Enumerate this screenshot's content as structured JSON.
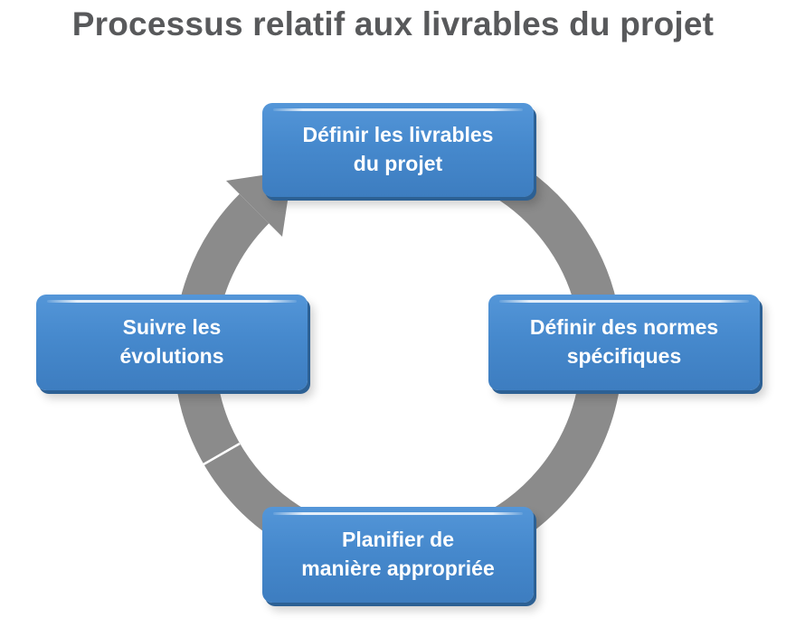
{
  "title": "Processus relatif aux livrables du projet",
  "diagram": {
    "type": "cycle",
    "direction": "clockwise",
    "ring_color": "#8b8b8b",
    "node_fill_color": "#4689cd",
    "node_edge_color": "#2c6094",
    "node_text_color": "#ffffff",
    "title_color": "#58595b",
    "nodes": [
      {
        "id": "step-1",
        "position": "top",
        "label": "Définir les livrables du projet",
        "lines": [
          "Définir les livrables",
          "du projet"
        ]
      },
      {
        "id": "step-2",
        "position": "right",
        "label": "Définir des normes spécifiques",
        "lines": [
          "Définir des normes",
          "spécifiques"
        ]
      },
      {
        "id": "step-3",
        "position": "bottom",
        "label": "Planifier de manière appropriée",
        "lines": [
          "Planifier de",
          "manière appropriée"
        ]
      },
      {
        "id": "step-4",
        "position": "left",
        "label": "Suivre les évolutions",
        "lines": [
          "Suivre les",
          "évolutions"
        ]
      }
    ]
  }
}
